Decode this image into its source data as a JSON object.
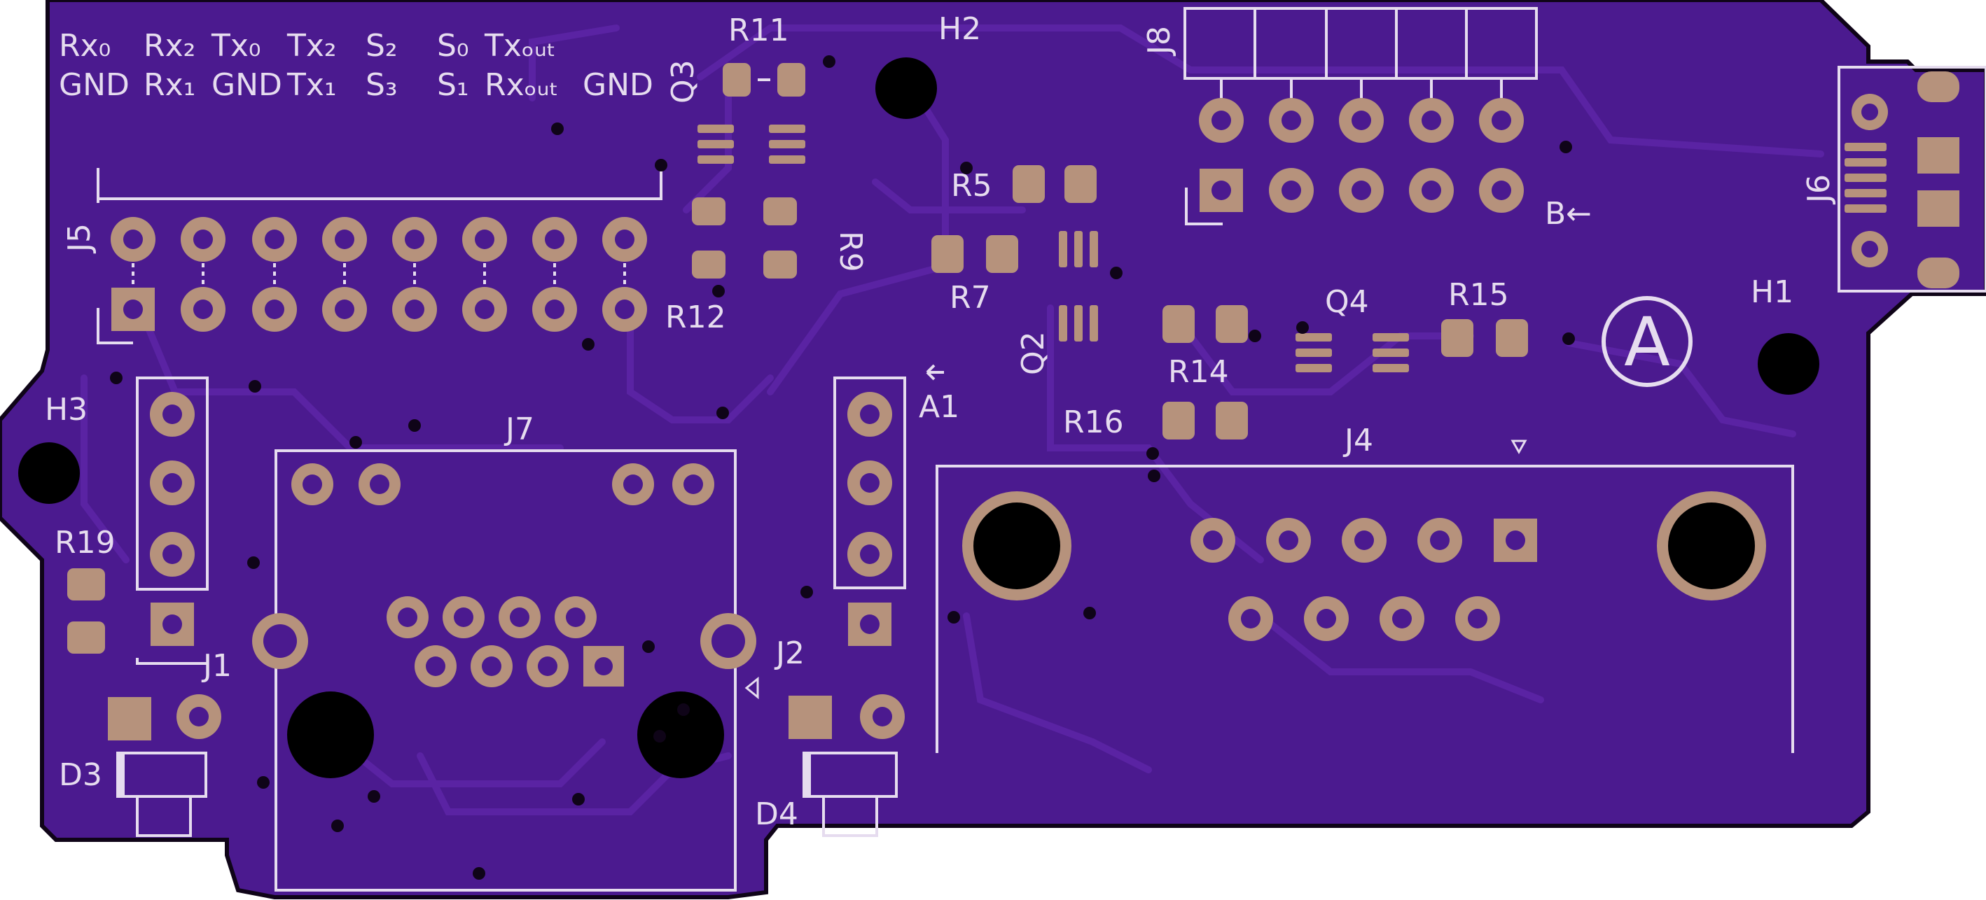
{
  "colors": {
    "background": "#ffffff",
    "board_edge": "#0f0418",
    "soldermask": "#4b1a8f",
    "copper_trace": "#5a23a3",
    "silkscreen": "#e6dcef",
    "pad_copper": "#b6927c",
    "drill_hole": "#000000"
  },
  "header_labels": {
    "rx0": "Rx₀",
    "rx2": "Rx₂",
    "tx0": "Tx₀",
    "tx2": "Tx₂",
    "s2": "S₂",
    "s0": "S₀",
    "txout": "Txₒᵤₜ",
    "gnd_a": "GND",
    "rx1": "Rx₁",
    "gnd_b": "GND",
    "tx1": "Tx₁",
    "s3": "S₃",
    "s1": "S₁",
    "rxout": "Rxₒᵤₜ",
    "gnd_c": "GND"
  },
  "refs": {
    "j5": "J5",
    "r11": "R11",
    "q3": "Q3",
    "r9": "R9",
    "r12": "R12",
    "h2": "H2",
    "j8": "J8",
    "r5": "R5",
    "r7": "R7",
    "q2": "Q2",
    "q4": "Q4",
    "r15": "R15",
    "r14": "R14",
    "r16": "R16",
    "j6": "J6",
    "b_arrow": "B←",
    "h1": "H1",
    "a1": "A1",
    "j4": "J4",
    "j7": "J7",
    "h3": "H3",
    "r19": "R19",
    "j1": "J1",
    "j2": "J2",
    "d3": "D3",
    "d4": "D4",
    "logo_letter": "A"
  },
  "icons": {
    "orientation_mark": "triangle-marker-icon",
    "a1_arrow": "arrow-left-icon",
    "logo": "circle-a-logo-icon"
  }
}
